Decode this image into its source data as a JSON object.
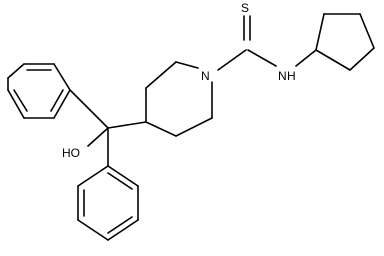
{
  "structure": {
    "atoms": {
      "sulfur": "S",
      "nitrogen_ring": "N",
      "nitrogen_amide": "N",
      "amide_h": "H",
      "hydroxyl": "HO"
    },
    "bond_color": "#000000"
  }
}
